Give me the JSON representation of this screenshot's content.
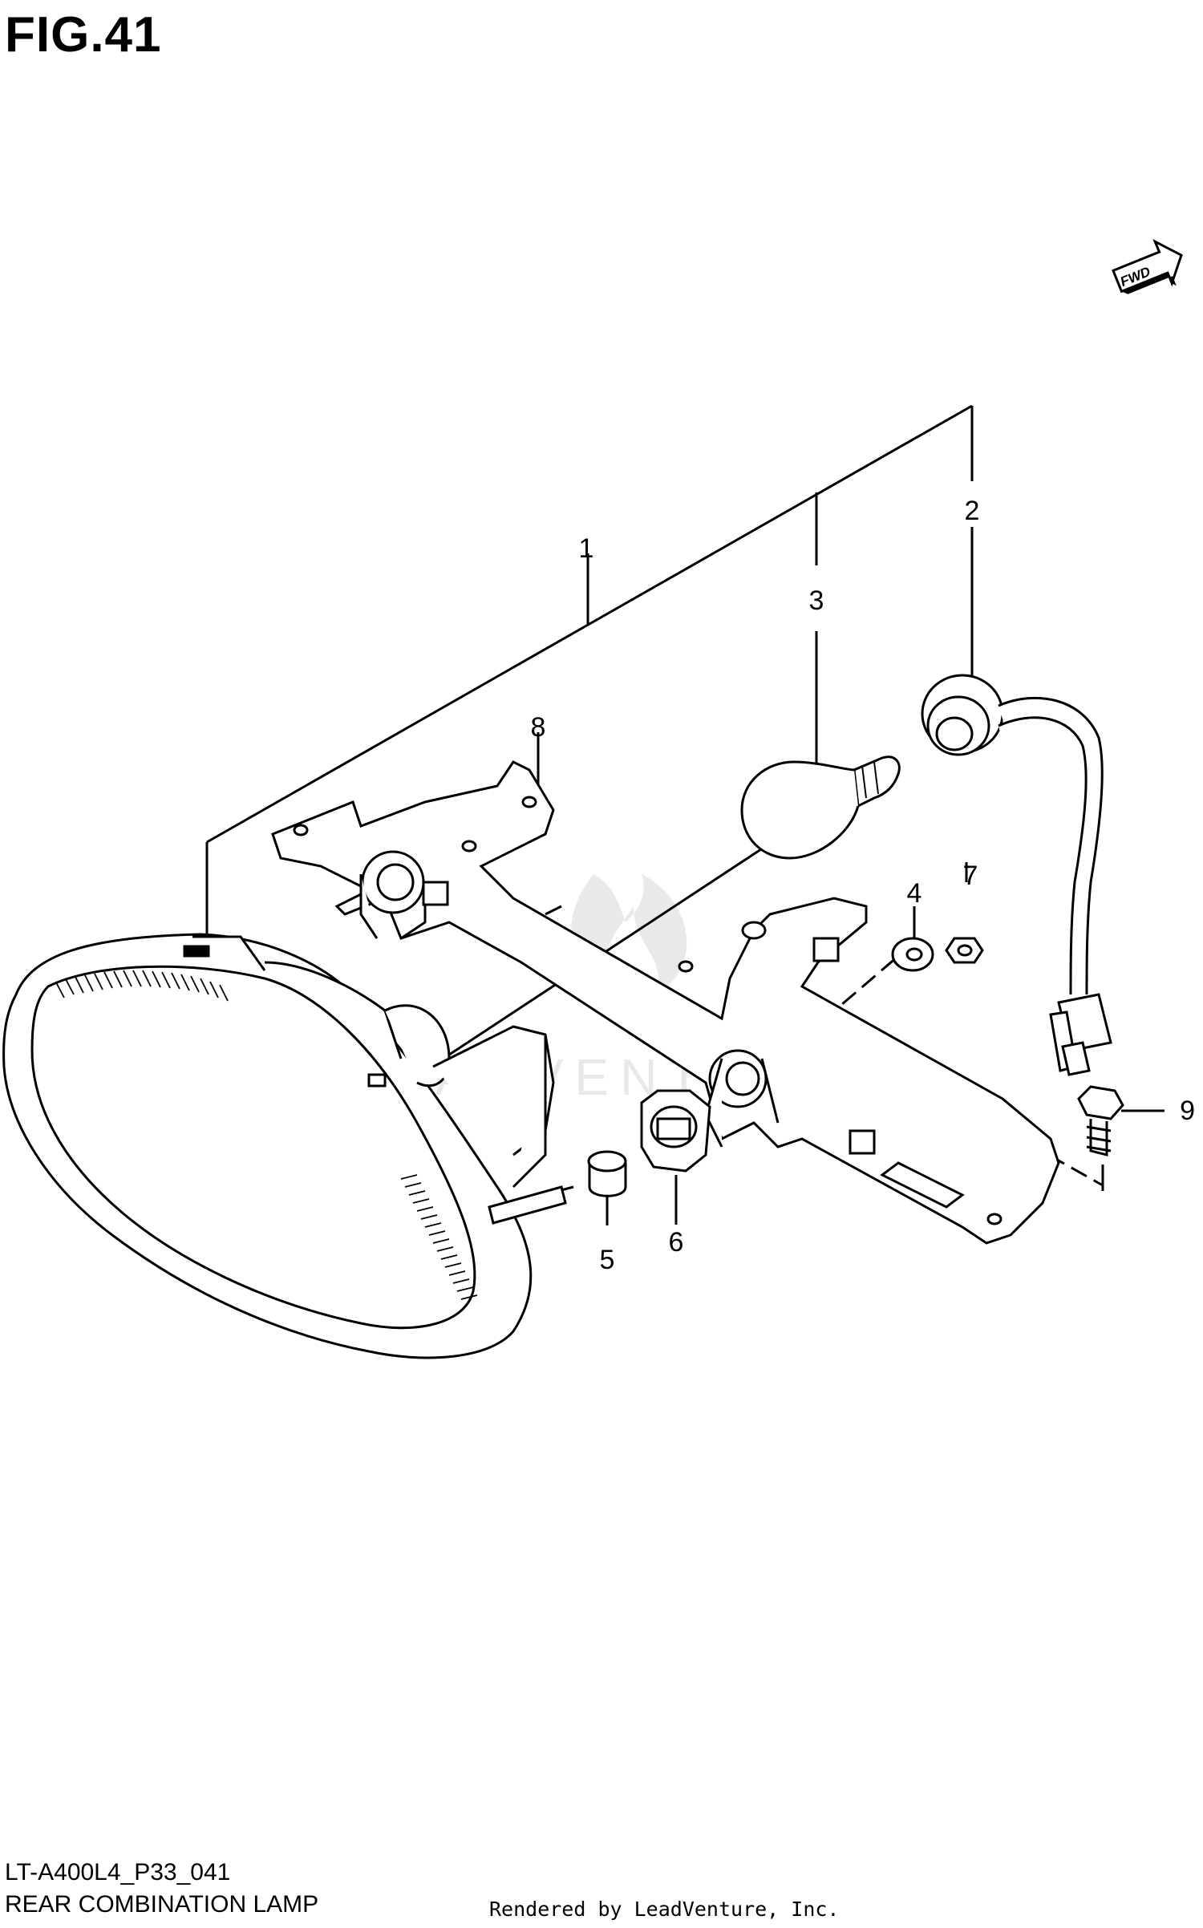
{
  "figure": {
    "title": "FIG.41",
    "fwd_label": "FWD"
  },
  "callouts": [
    "1",
    "2",
    "3",
    "4",
    "5",
    "6",
    "7",
    "8",
    "9"
  ],
  "watermark": "LEADVENTURE",
  "footer": {
    "code": "LT-A400L4_P33_041",
    "name": "REAR COMBINATION LAMP",
    "credit": "Rendered by LeadVenture, Inc."
  }
}
